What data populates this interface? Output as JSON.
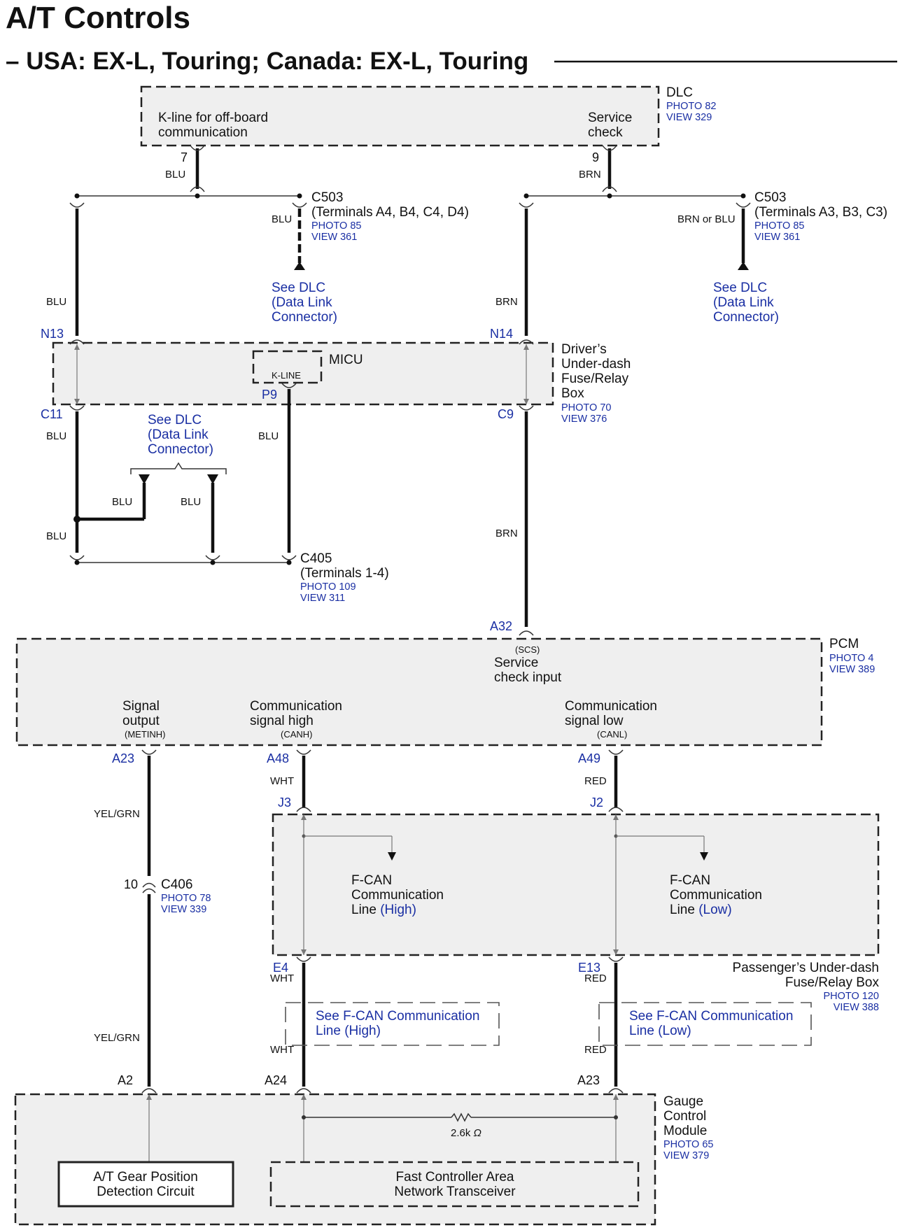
{
  "title": "A/T Controls",
  "subtitle": "– USA: EX-L, Touring; Canada: EX-L, Touring",
  "dlc": {
    "name": "DLC",
    "photo": "PHOTO 82",
    "view": "VIEW 329",
    "kline_1": "K-line for off-board",
    "kline_2": "communication",
    "service_1": "Service",
    "service_2": "check",
    "pin_k": "7",
    "pin_s": "9"
  },
  "wires": {
    "blu": "BLU",
    "brn": "BRN",
    "brn_or_blu": "BRN or BLU",
    "wht": "WHT",
    "red": "RED",
    "yelgrn": "YEL/GRN"
  },
  "c503_left": {
    "name": "C503",
    "terminals": "(Terminals A4, B4, C4, D4)",
    "photo": "PHOTO 85",
    "view": "VIEW 361"
  },
  "c503_right": {
    "name": "C503",
    "terminals": "(Terminals A3, B3, C3)",
    "photo": "PHOTO 85",
    "view": "VIEW 361"
  },
  "see_dlc": {
    "line1": "See DLC",
    "line2": "(Data Link",
    "line3": "Connector)"
  },
  "micu": {
    "name": "MICU",
    "kline": "K-LINE",
    "box_1": "Driver’s",
    "box_2": "Under-dash",
    "box_3": "Fuse/Relay",
    "box_4": "Box",
    "photo": "PHOTO 70",
    "view": "VIEW 376",
    "n13": "N13",
    "n14": "N14",
    "c11": "C11",
    "c9": "C9",
    "p9": "P9"
  },
  "c405": {
    "name": "C405",
    "terminals": "(Terminals 1-4)",
    "photo": "PHOTO 109",
    "view": "VIEW 311"
  },
  "pcm": {
    "name": "PCM",
    "photo": "PHOTO 4",
    "view": "VIEW 389",
    "scs": "(SCS)",
    "service_1": "Service",
    "service_2": "check input",
    "sig_1": "Signal",
    "sig_2": "output",
    "sig_code": "(METINH)",
    "canh_1": "Communication",
    "canh_2": "signal high",
    "canh_code": "(CANH)",
    "canl_1": "Communication",
    "canl_2": "signal low",
    "canl_code": "(CANL)",
    "a32": "A32",
    "a23": "A23",
    "a48": "A48",
    "a49": "A49"
  },
  "pub": {
    "j3": "J3",
    "j2": "J2",
    "e4": "E4",
    "e13": "E13",
    "fcan_1": "F-CAN",
    "fcan_2": "Communication",
    "fcan_3": "Line ",
    "high": "(High)",
    "low": "(Low)",
    "name_1": "Passenger’s Under-dash",
    "name_2": "Fuse/Relay Box",
    "photo": "PHOTO 120",
    "view": "VIEW 388"
  },
  "c406": {
    "pin": "10",
    "name": "C406",
    "photo": "PHOTO 78",
    "view": "VIEW 339"
  },
  "see_fcan": {
    "high_1": "See F-CAN Communication",
    "high_2": "Line (High)",
    "low_1": "See F-CAN Communication",
    "low_2": "Line (Low)"
  },
  "gcm": {
    "name_1": "Gauge",
    "name_2": "Control",
    "name_3": "Module",
    "photo": "PHOTO 65",
    "view": "VIEW 379",
    "a2": "A2",
    "a24": "A24",
    "a23": "A23",
    "resistor": "2.6k",
    "atgear_1": "A/T Gear Position",
    "atgear_2": "Detection Circuit",
    "fcan_1": "Fast Controller Area",
    "fcan_2": "Network Transceiver"
  },
  "symbols": {
    "resistor_unit": "Ω-icon"
  }
}
